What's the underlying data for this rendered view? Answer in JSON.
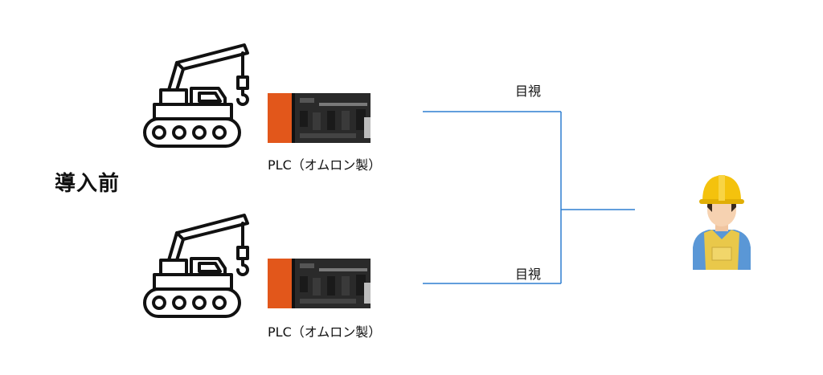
{
  "title": "導入前",
  "machines": [
    {
      "plc_label": "PLC（オムロン製）"
    },
    {
      "plc_label": "PLC（オムロン製）"
    }
  ],
  "connections": [
    {
      "label": "目視"
    },
    {
      "label": "目視"
    }
  ],
  "colors": {
    "line": "#2e7fd1",
    "plc_orange": "#e2571b",
    "plc_body": "#2a2a2a",
    "helmet": "#f4c20d",
    "shirt": "#5a97d6",
    "vest": "#e9c84a"
  }
}
